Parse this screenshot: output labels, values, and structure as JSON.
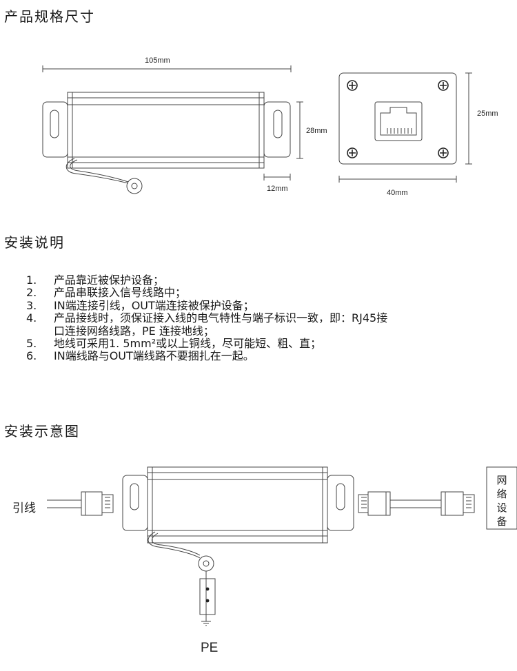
{
  "sections": {
    "specs_title": "产品规格尺寸",
    "install_title": "安装说明",
    "diagram_title": "安装示意图"
  },
  "dimensions": {
    "length": "105mm",
    "height": "28mm",
    "flange": "12mm",
    "face_width": "40mm",
    "face_height": "25mm"
  },
  "instructions": [
    {
      "num": "1.",
      "text": "产品靠近被保护设备；"
    },
    {
      "num": "2.",
      "text": "产品串联接入信号线路中；"
    },
    {
      "num": "3.",
      "text": "IN端连接引线，OUT端连接被保护设备；"
    },
    {
      "num": "4.",
      "text": "产品接线时，须保证接入线的电气特性与端子标识一致，即：RJ45接"
    },
    {
      "num": "",
      "text": "口连接网络线路，PE 连接地线；"
    },
    {
      "num": "5.",
      "text": "地线可采用1. 5mm²或以上铜线，尽可能短、粗、直；"
    },
    {
      "num": "6.",
      "text": "IN端线路与OUT端线路不要捆扎在一起。"
    }
  ],
  "diagram": {
    "lead_label": "引线",
    "device_label": "网络设备",
    "device_chars": [
      "网",
      "络",
      "设",
      "备"
    ],
    "pe_label": "PE"
  }
}
